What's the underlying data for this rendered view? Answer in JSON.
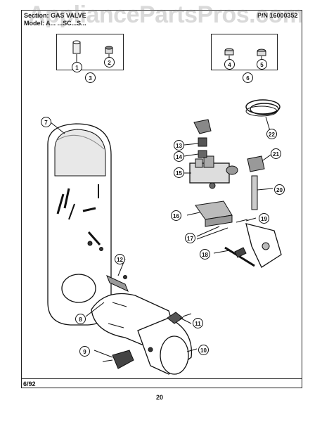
{
  "header": {
    "section_label": "Section: GAS VALVE",
    "model_label": "Model: A... ...SC...S...",
    "part_number": "P/N 16000352"
  },
  "watermark": "AppliancePartsPros.com",
  "callouts": [
    "1",
    "2",
    "3",
    "4",
    "5",
    "6",
    "7",
    "8",
    "9",
    "10",
    "11",
    "12",
    "13",
    "14",
    "15",
    "16",
    "17",
    "18",
    "19",
    "20",
    "21",
    "22"
  ],
  "footer": {
    "date": "6/92",
    "page": "20"
  }
}
